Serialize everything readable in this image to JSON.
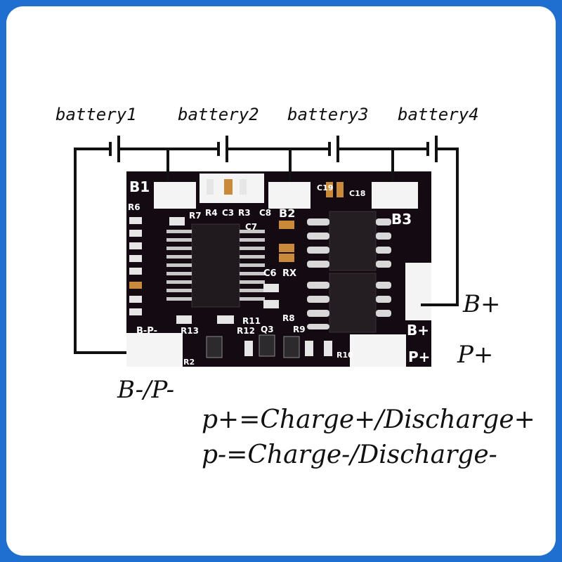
{
  "batteries": [
    "battery1",
    "battery2",
    "battery3",
    "battery4"
  ],
  "terminals": {
    "b_plus": "B+",
    "p_plus": "P+",
    "b_minus_p_minus": "B-/P-"
  },
  "legend": {
    "p_plus_line": "p+=Charge+/Discharge+",
    "p_minus_line": "p-=Charge-/Discharge-"
  },
  "board_silkscreen": {
    "b1": "B1",
    "b2": "B2",
    "b3": "B3",
    "b_plus": "B+",
    "p_plus": "P+",
    "b_p_minus": "B-P-",
    "r6": "R6",
    "r7": "R7",
    "r4": "R4",
    "c3": "C3",
    "r3": "R3",
    "c8": "C8",
    "c7": "C7",
    "c6": "C6",
    "rx": "RX",
    "r8": "R8",
    "r11": "R11",
    "r13": "R13",
    "r12": "R12",
    "q3": "Q3",
    "r9": "R9",
    "r10": "R10",
    "r2": "R2",
    "c18": "C18",
    "c19": "C19"
  },
  "colors": {
    "frame": "#1f6fd1",
    "board": "#140b12",
    "pad": "#f4f4f4",
    "wire": "#111111"
  }
}
